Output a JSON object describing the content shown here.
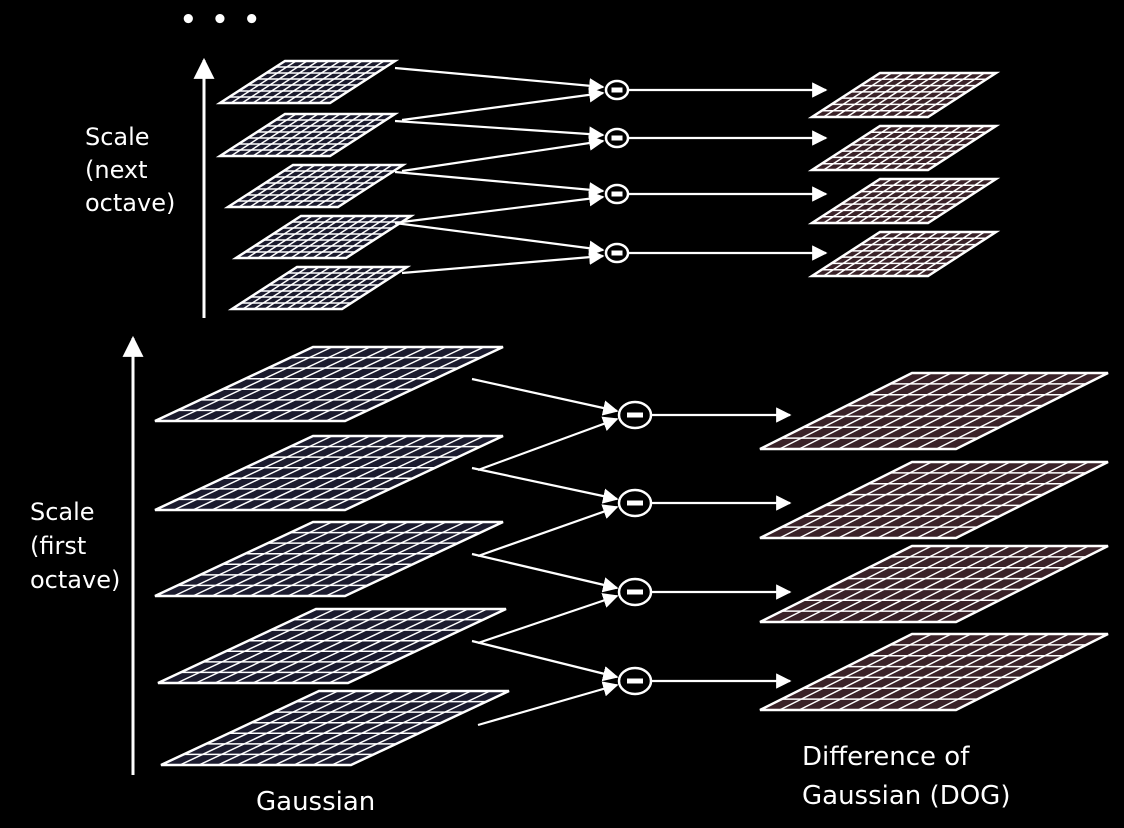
{
  "top_label": "• • •",
  "next_octave_label": [
    "Scale",
    "(next",
    "octave)"
  ],
  "first_octave_label": [
    "Scale",
    "(first",
    "octave)"
  ],
  "gaussian_caption": "Gaussian",
  "dog_caption": [
    "Difference of",
    "Gaussian (DOG)"
  ],
  "subtract_symbol": "−",
  "colors": {
    "background": "#000000",
    "gaussian_fill": "#1b1b2e",
    "dog_fill": "#3a2228",
    "stroke": "#ffffff"
  }
}
